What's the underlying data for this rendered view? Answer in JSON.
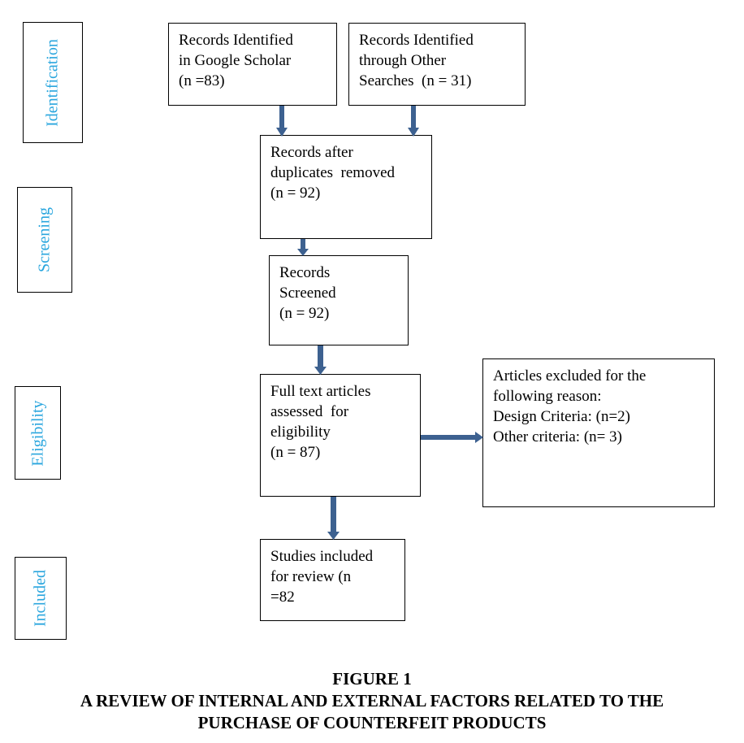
{
  "stages": [
    {
      "id": "identification",
      "label": "Identification"
    },
    {
      "id": "screening",
      "label": "Screening"
    },
    {
      "id": "eligibility",
      "label": "Eligibility"
    },
    {
      "id": "included",
      "label": "Included"
    }
  ],
  "boxes": {
    "google_scholar": [
      "Records Identified",
      "in Google Scholar",
      "(n =83)"
    ],
    "other_searches": [
      "Records Identified",
      "through Other",
      "Searches  (n = 31)"
    ],
    "duplicates_removed": [
      "Records after",
      "duplicates  removed",
      "(n = 92)"
    ],
    "screened": [
      "Records",
      "Screened",
      "(n = 92)"
    ],
    "full_text": [
      "Full text articles",
      "assessed  for",
      "eligibility",
      "(n = 87)"
    ],
    "excluded": [
      "Articles excluded for the",
      "following reason:",
      "",
      "Design Criteria: (n=2)",
      "Other criteria: (n= 3)"
    ],
    "included": [
      "Studies included",
      "for review (n",
      "=82"
    ]
  },
  "caption": {
    "figure_number": "FIGURE 1",
    "title_line1": "A REVIEW OF INTERNAL AND EXTERNAL FACTORS RELATED TO THE",
    "title_line2": "PURCHASE OF COUNTERFEIT PRODUCTS"
  },
  "colors": {
    "stage_label": "#2aa6de",
    "arrow": "#3d6190"
  }
}
